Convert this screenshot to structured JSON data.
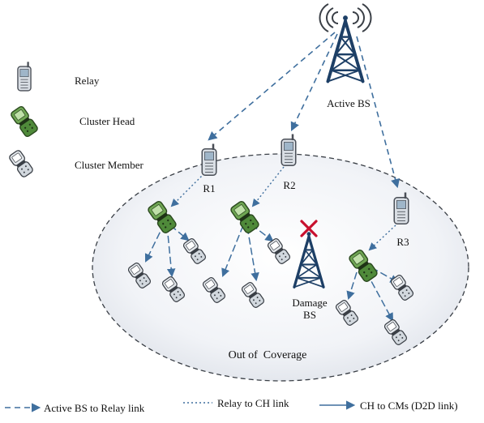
{
  "legend_top": {
    "relay": "Relay",
    "cluster_head": "Cluster Head",
    "cluster_member": "Cluster Member"
  },
  "nodes": {
    "active_bs": "Active BS",
    "damage_bs_line1": "Damage",
    "damage_bs_line2": "BS",
    "relay_1": "R1",
    "relay_2": "R2",
    "relay_3": "R3"
  },
  "coverage_label": "Out of  Coverage",
  "legend_bottom": {
    "bs_to_relay": "Active BS to Relay link",
    "relay_to_ch": "Relay to CH link",
    "ch_to_cm": "CH to CMs (D2D link)"
  },
  "colors": {
    "link": "#3f6f9e",
    "tower": "#1d3f66",
    "cluster_head": "#4f8a3a",
    "phone_gray": "#8e9aa6",
    "damage_x": "#c8102e"
  },
  "icons": [
    "relay-phone-icon",
    "cluster-head-phone-icon",
    "cluster-member-phone-icon",
    "tower-icon",
    "signal-waves-icon",
    "damage-x-icon"
  ]
}
